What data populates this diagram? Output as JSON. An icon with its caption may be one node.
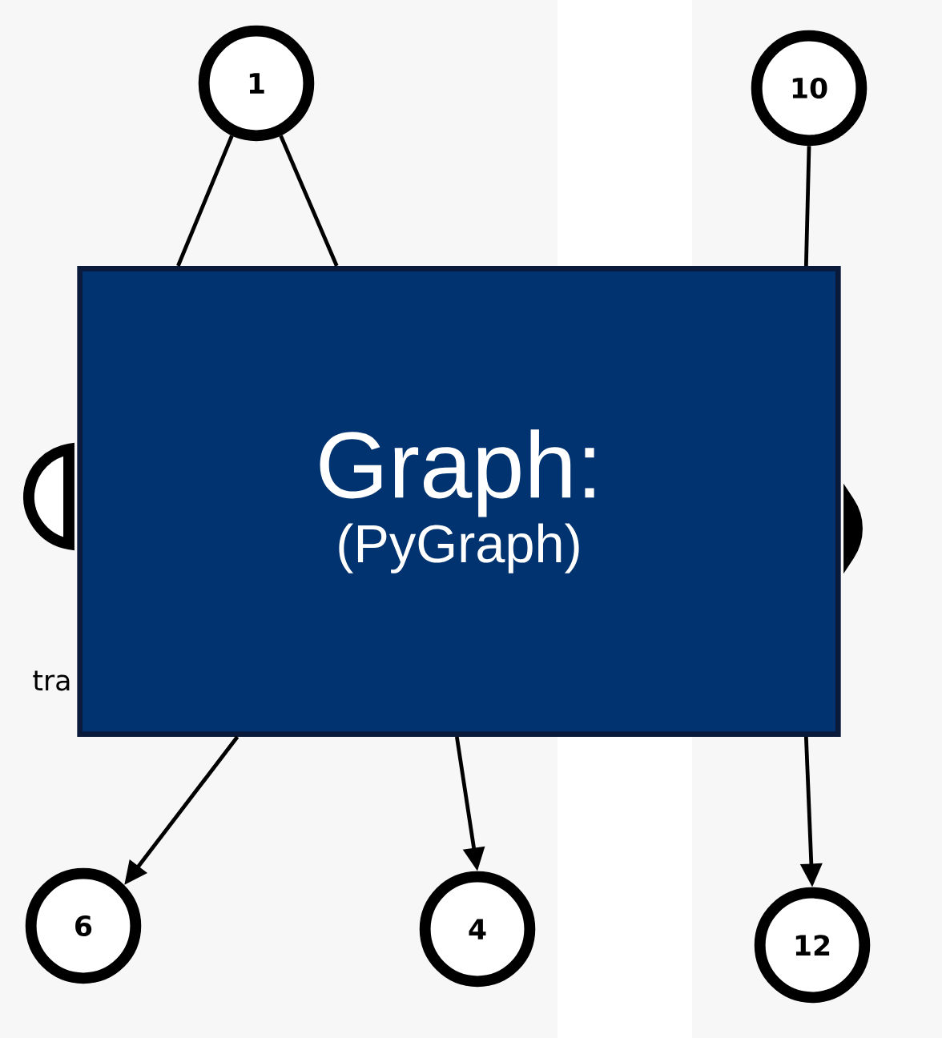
{
  "diagram": {
    "nodes": [
      {
        "text": [
          "1"
        ]
      },
      {
        "text": [
          "10"
        ]
      },
      {
        "text": [],
        "shape": "circle"
      },
      {
        "text": [
          "Graph:",
          "(PyGraph)"
        ]
      },
      {
        "text": [],
        "shape": "circle"
      },
      {
        "text": [
          "6"
        ]
      },
      {
        "text": [
          "4"
        ]
      },
      {
        "text": [
          "12"
        ]
      }
    ],
    "edges": [
      {
        "from": 0,
        "to": 3,
        "arrow": "none"
      },
      {
        "from": 0,
        "to": 3,
        "arrow": "none"
      },
      {
        "from": 1,
        "to": 3,
        "arrow": "none"
      },
      {
        "from": 3,
        "to": 5,
        "arrow": "to"
      },
      {
        "from": 3,
        "to": 6,
        "arrow": "to"
      },
      {
        "from": 3,
        "to": 7,
        "arrow": "to"
      }
    ],
    "labels": [
      "tra"
    ]
  }
}
